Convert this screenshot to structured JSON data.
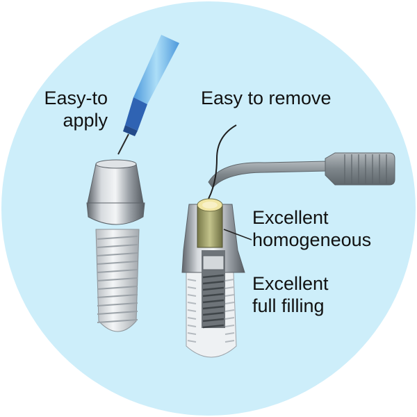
{
  "labels": {
    "easy_to_apply_line1": "Easy-to",
    "easy_to_apply_line2": "apply",
    "easy_to_remove": "Easy to remove",
    "excellent_homogeneous_line1": "Excellent",
    "excellent_homogeneous_line2": "homogeneous",
    "excellent_full_filling_line1": "Excellent",
    "excellent_full_filling_line2": "full filling"
  },
  "colors": {
    "background_circle": "#cdeefa",
    "metal": "#b9bec3",
    "metal_dark": "#6f757b",
    "thread": "#e6e9ec",
    "applicator_tip": "#2f63b3",
    "applicator_tube": "#7cc7f0",
    "sealant_cap": "#f1e6a3",
    "sealant_body": "#a6a66e",
    "probe": "#8a9196",
    "text": "#111111"
  },
  "icons": {
    "applicator": "syringe-applicator-icon",
    "implant_left": "dental-implant-abutment-icon",
    "implant_right": "dental-implant-cross-section-icon",
    "probe": "dental-probe-icon"
  }
}
